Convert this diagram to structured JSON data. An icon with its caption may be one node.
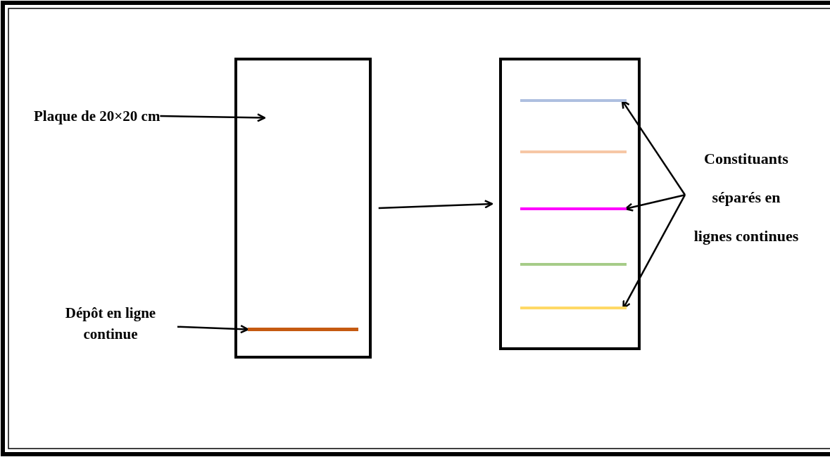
{
  "diagram": {
    "nodes": [
      {
        "text": [
          "Plaque de 20×20 cm"
        ]
      },
      {
        "text": [],
        "shape": "box"
      },
      {
        "text": [
          "Dépôt en ligne continue"
        ]
      },
      {
        "text": [],
        "shape": "bar",
        "in": 1
      },
      {
        "text": [],
        "shape": "box"
      },
      {
        "text": [],
        "shape": "bar",
        "in": 4
      },
      {
        "text": [],
        "shape": "bar",
        "in": 4
      },
      {
        "text": [],
        "shape": "bar",
        "in": 4
      },
      {
        "text": [],
        "shape": "bar",
        "in": 4
      },
      {
        "text": [],
        "shape": "bar",
        "in": 4
      },
      {
        "text": [
          "Constituants séparés en lignes continues"
        ]
      }
    ],
    "edges": [
      {
        "from": 0,
        "to": 1,
        "arrow": "to"
      },
      {
        "from": 2,
        "to": 3,
        "arrow": "to"
      },
      {
        "from": 1,
        "to": 4,
        "arrow": "to"
      },
      {
        "from": 10,
        "to": 5,
        "arrow": "to"
      },
      {
        "from": 10,
        "to": 7,
        "arrow": "to"
      },
      {
        "from": 10,
        "to": 9,
        "arrow": "to"
      }
    ]
  }
}
